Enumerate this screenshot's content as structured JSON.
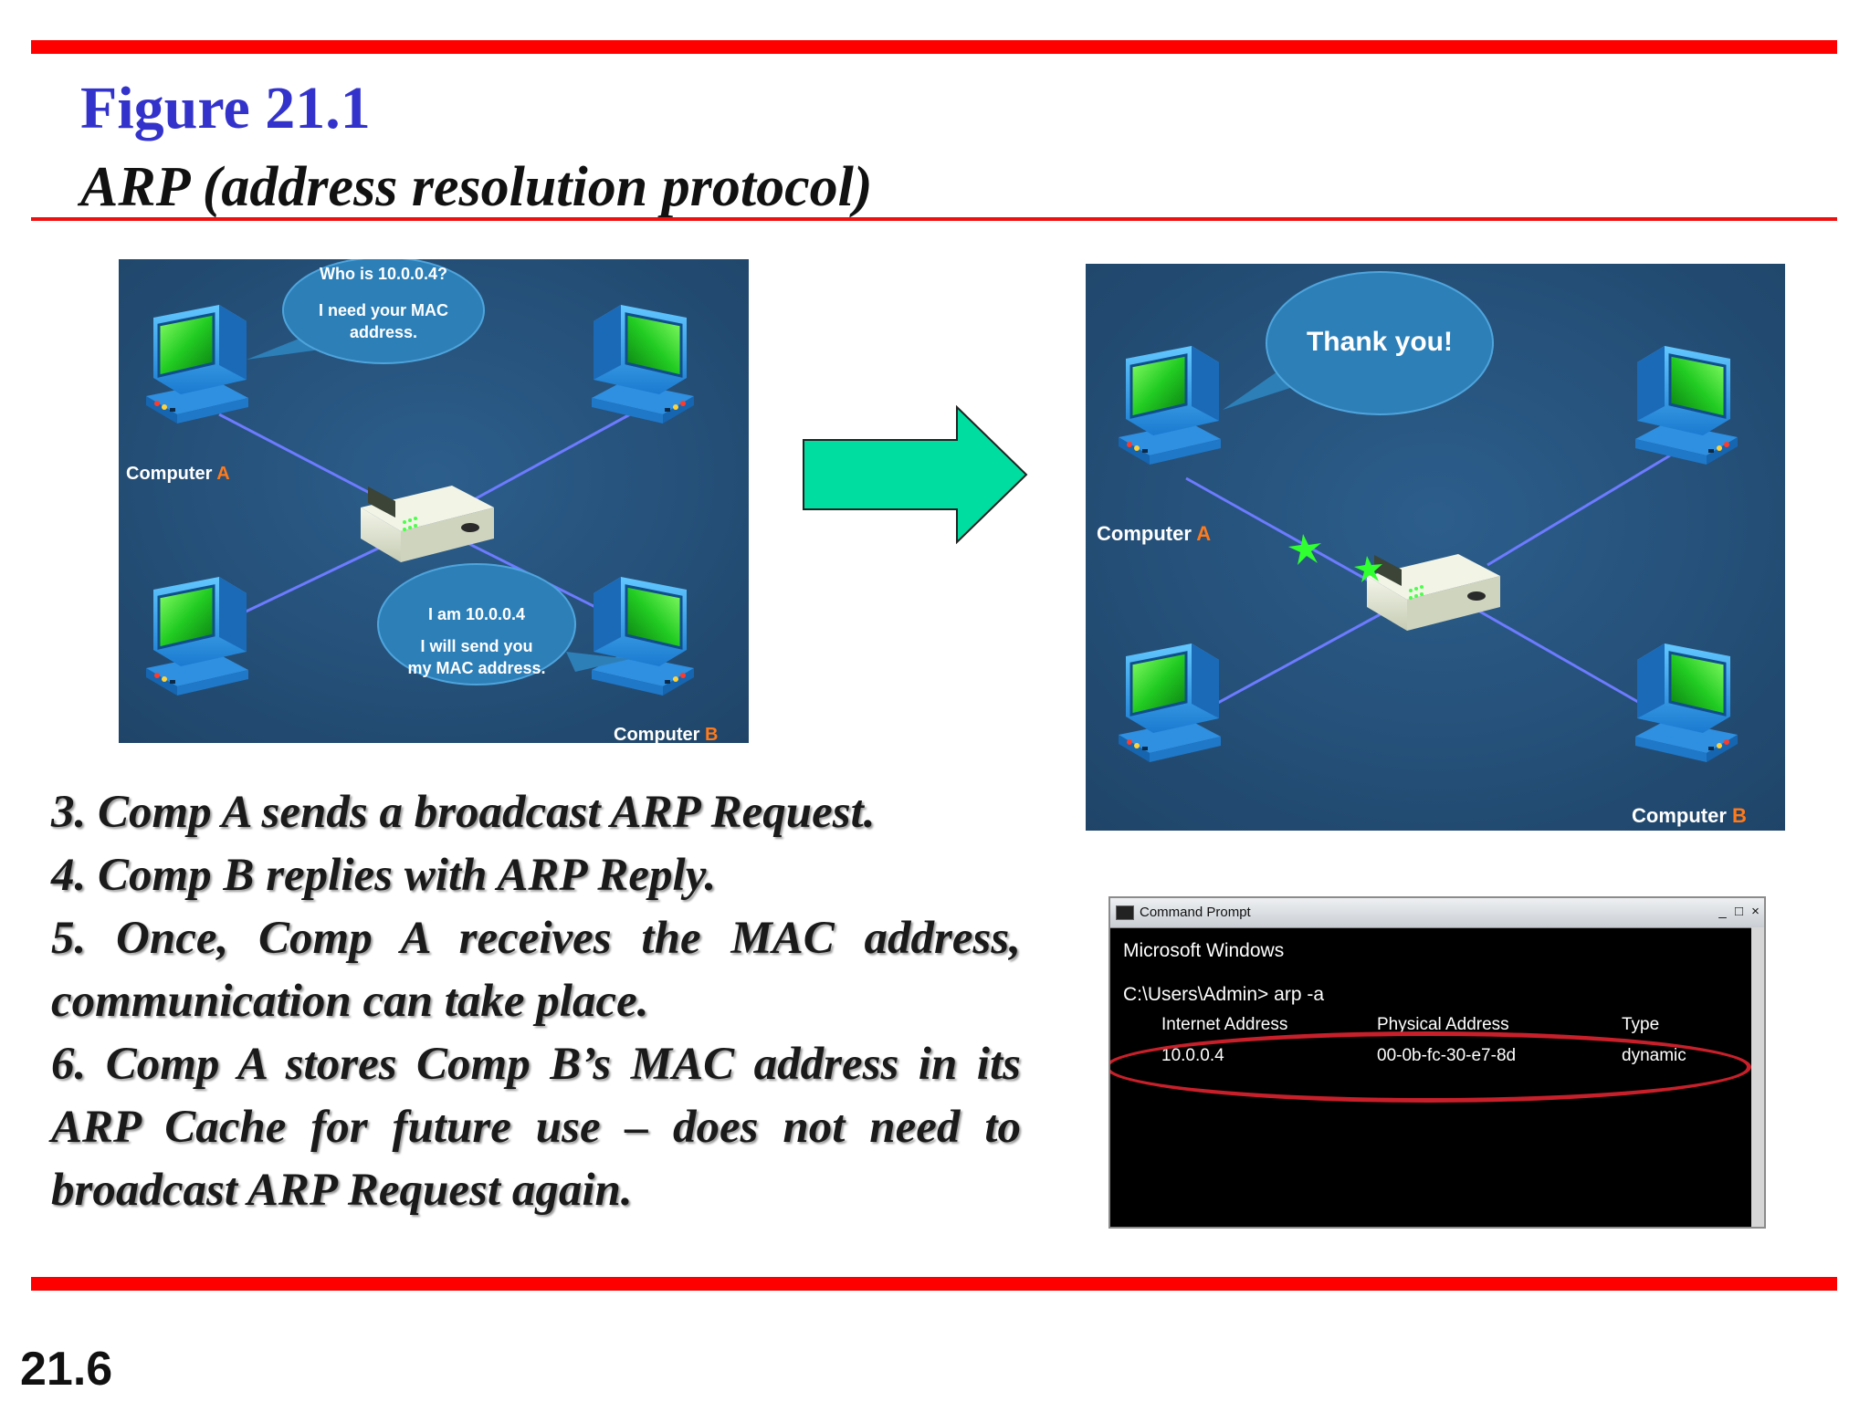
{
  "header": {
    "figure_title": "Figure 21.1",
    "figure_subtitle": "ARP  (address resolution protocol)"
  },
  "left_panel": {
    "request_bubble": {
      "line1": "Who is 10.0.0.4?",
      "line2": "I need your MAC",
      "line3": "address."
    },
    "reply_bubble": {
      "line1": "I am 10.0.0.4",
      "line2": "I will send you",
      "line3": "my MAC address."
    },
    "computer_a_label": {
      "text": "Computer ",
      "letter": "A"
    },
    "computer_b_label": {
      "text": "Computer ",
      "letter": "B"
    }
  },
  "right_panel": {
    "thanks_bubble": "Thank you!",
    "computer_a_label": {
      "text": "Computer ",
      "letter": "A"
    },
    "computer_b_label": {
      "text": "Computer ",
      "letter": "B"
    }
  },
  "steps": [
    "3. Comp A sends a broadcast ARP Request.",
    "4. Comp B replies with ARP Reply.",
    "5. Once, Comp A receives the MAC address, communication can take place.",
    "6. Comp A stores Comp B’s MAC address in its ARP Cache for future use – does not need to broadcast ARP Request again."
  ],
  "command_prompt": {
    "window_title": "Command Prompt",
    "line_os": "Microsoft Windows",
    "prompt": "C:\\Users\\Admin>",
    "command": "arp -a",
    "table_headers": [
      "Internet Address",
      "Physical Address",
      "Type"
    ],
    "table_rows": [
      [
        "10.0.0.4",
        "00-0b-fc-30-e7-8d",
        "dynamic"
      ]
    ]
  },
  "footer": {
    "page_number": "21.6"
  },
  "colors": {
    "rule_red": "#ff0000",
    "title_blue": "#3333cc",
    "arrow_fill": "#00dda0",
    "panel_background": "#24507a",
    "highlight_oval": "#c8202a"
  },
  "icons": {
    "computer": "desktop-computer-icon",
    "switch": "network-switch-icon",
    "arrow": "right-arrow-icon",
    "spark": "green-spark-icon"
  }
}
